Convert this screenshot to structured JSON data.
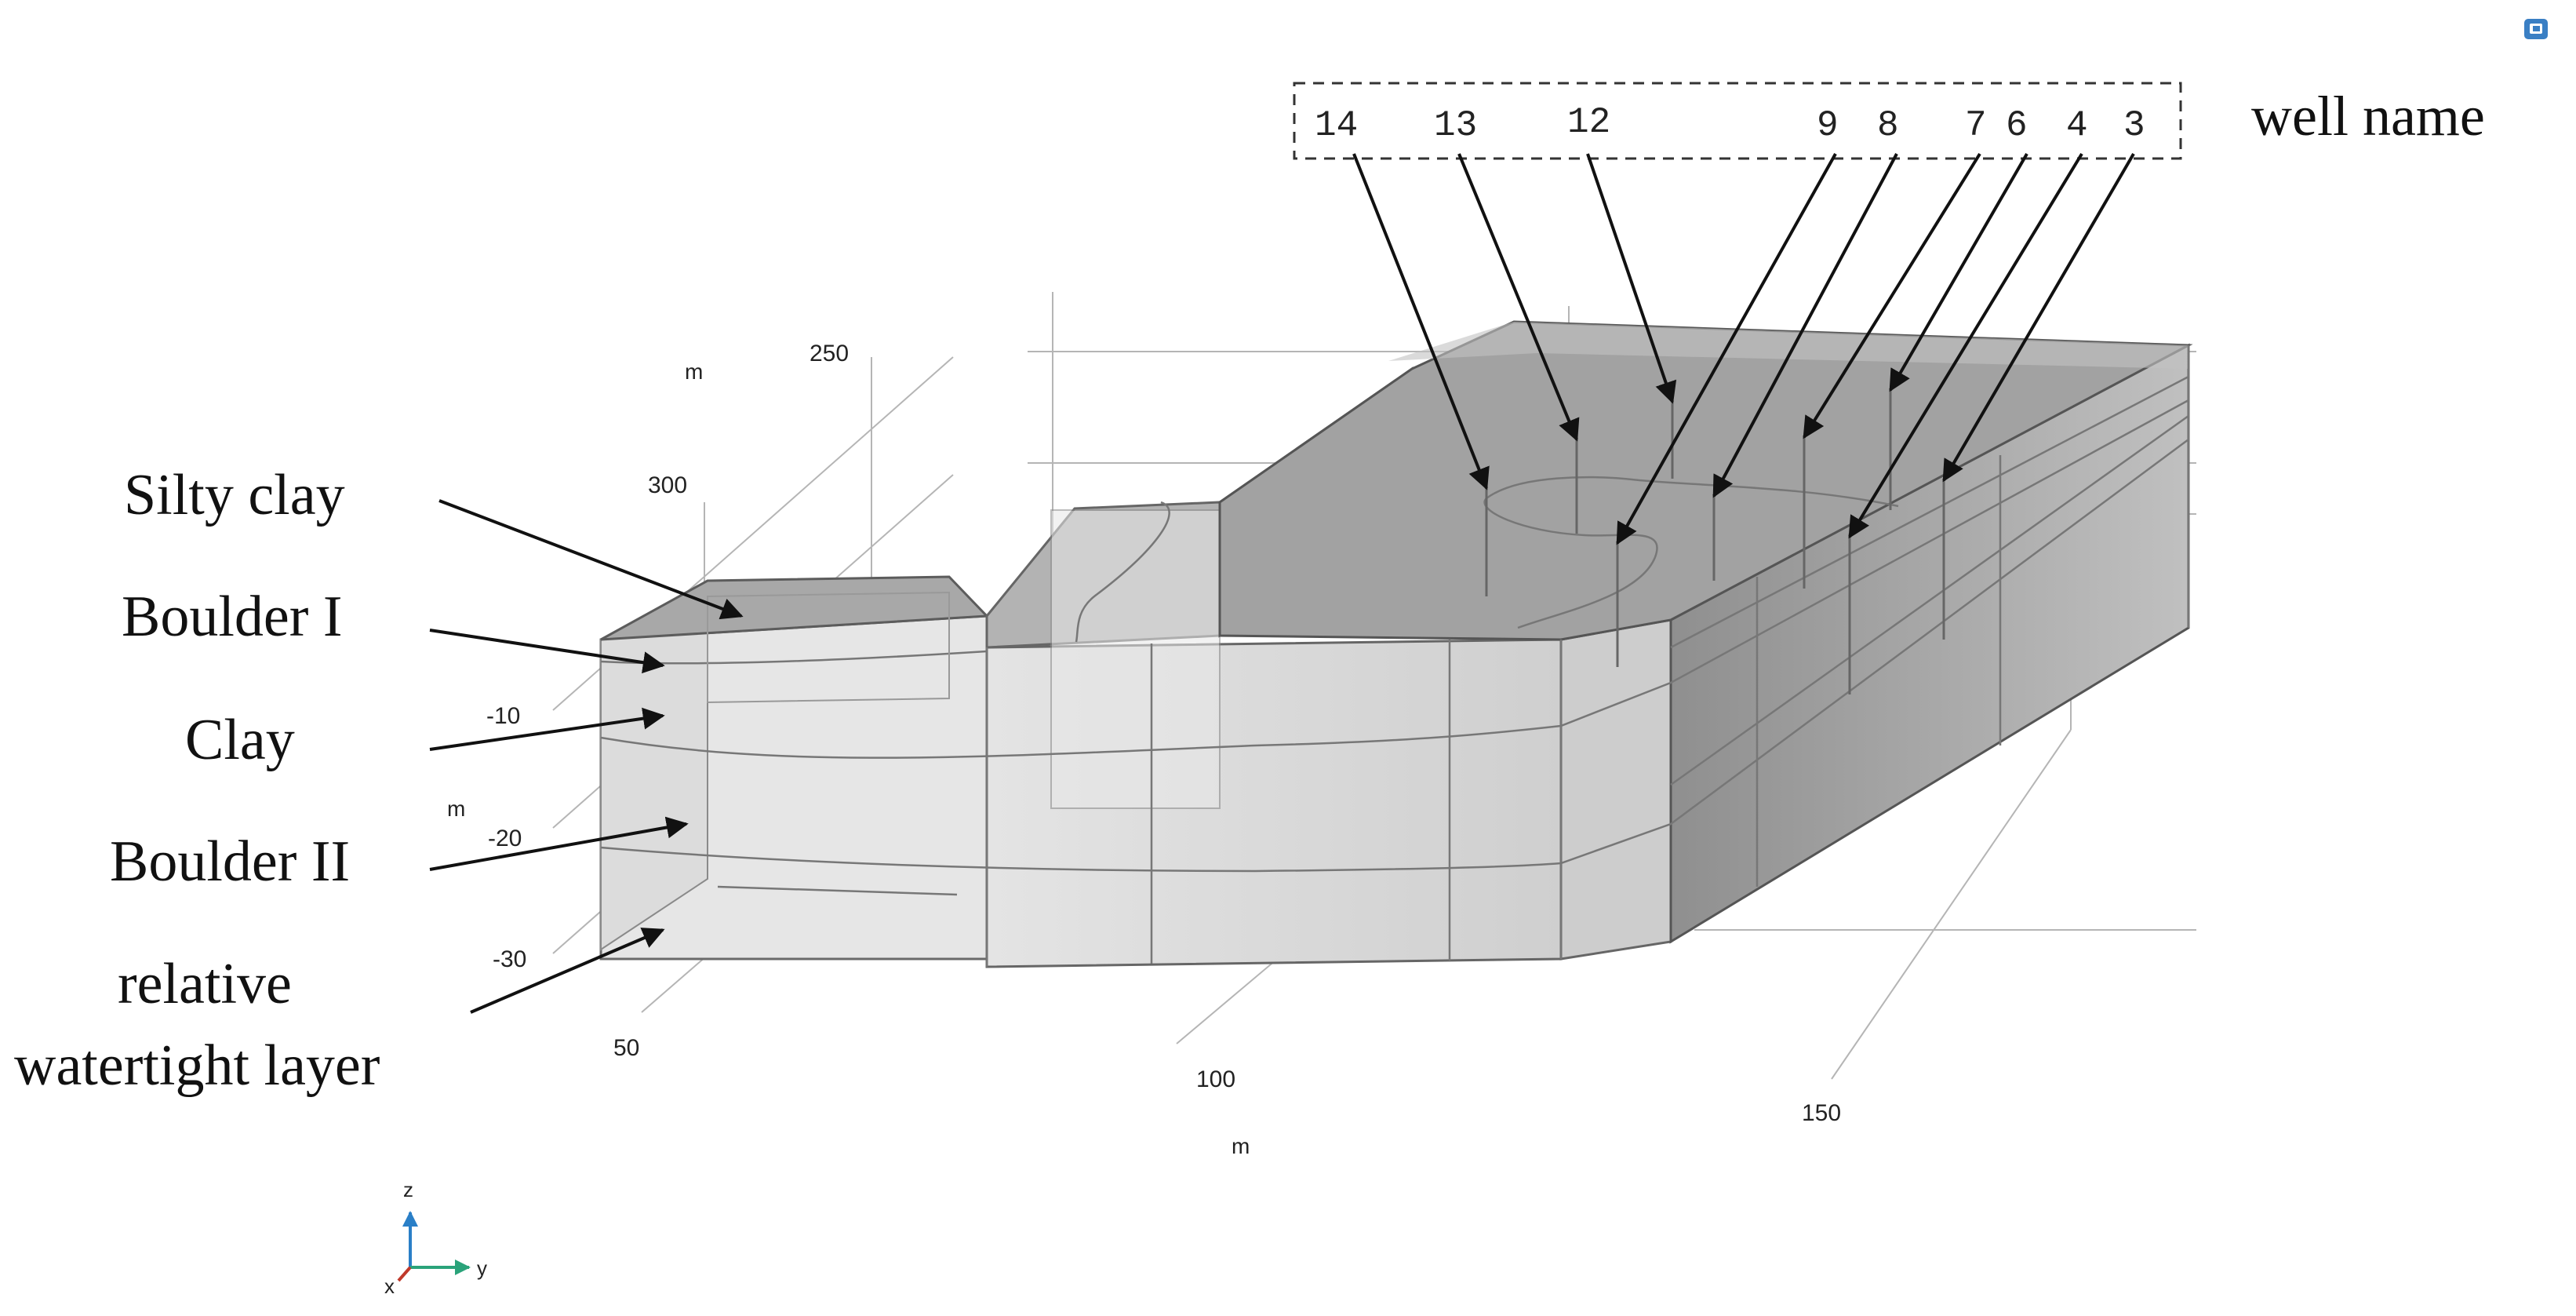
{
  "well_header": {
    "label": "well name",
    "wells": [
      "14",
      "13",
      "12",
      "9",
      "8",
      "7",
      "6",
      "4",
      "3"
    ]
  },
  "layers": [
    {
      "name": "Silty clay"
    },
    {
      "name": "Boulder I"
    },
    {
      "name": "Clay"
    },
    {
      "name": "Boulder II"
    },
    {
      "name": "relative\nwatertight layer",
      "line1": "relative",
      "line2": "watertight layer"
    }
  ],
  "axes": {
    "x": {
      "unit": "m",
      "ticks": [
        "250",
        "300"
      ]
    },
    "y": {
      "unit": "m",
      "ticks": [
        "50",
        "100",
        "150"
      ]
    },
    "z": {
      "unit": "m",
      "ticks": [
        "-10",
        "-20",
        "-30"
      ]
    }
  },
  "triad": {
    "z": "z",
    "y": "y",
    "x": "x"
  },
  "colors": {
    "arrow": "#111111",
    "model_top": "#9a9a9a",
    "model_side": "#c9c9c9",
    "model_dark": "#8c8c8c"
  }
}
